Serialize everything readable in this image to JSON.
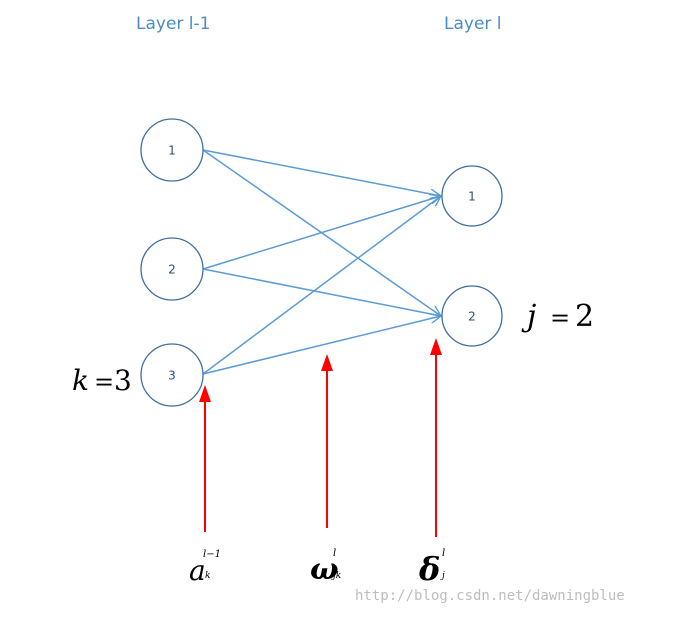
{
  "layers": {
    "left": {
      "title": "Layer l-1"
    },
    "right": {
      "title": "Layer l"
    }
  },
  "nodes": {
    "left": [
      "1",
      "2",
      "3"
    ],
    "right": [
      "1",
      "2"
    ]
  },
  "annotations": {
    "k": {
      "var": "k",
      "eq": "=",
      "value": "3"
    },
    "j": {
      "var": "j",
      "eq": "=",
      "value": "2"
    }
  },
  "symbols": {
    "activation": {
      "base": "a",
      "sup": "l−1",
      "sub": "k"
    },
    "weight": {
      "base": "ω",
      "sup": "l",
      "sub": "jk"
    },
    "delta": {
      "base": "δ",
      "sup": "l",
      "sub": "j"
    }
  },
  "colors": {
    "title": "#4a8cc6",
    "node_stroke": "#3f6f9e",
    "edge": "#5b9bd5",
    "arrow": "#ff0000"
  },
  "watermark": "http://blog.csdn.net/dawningblue"
}
